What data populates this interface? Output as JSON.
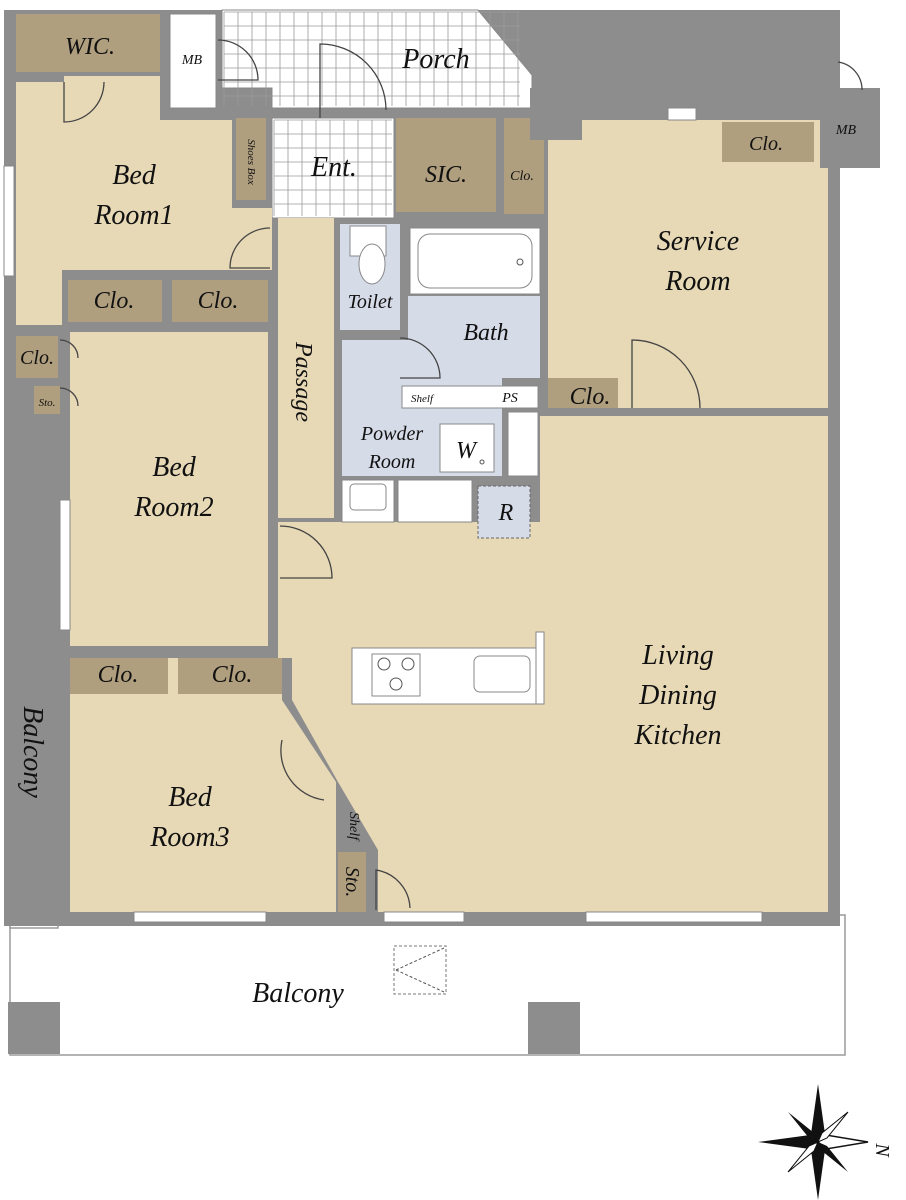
{
  "rooms": {
    "wic": "WIC.",
    "mb_left": "MB",
    "porch": "Porch",
    "mb_right": "MB",
    "bedroom1_line1": "Bed",
    "bedroom1_line2": "Room1",
    "shoes_box": "Shoes Box",
    "entrance": "Ent.",
    "sic": "SIC.",
    "clo_small_top": "Clo.",
    "clo_service_top": "Clo.",
    "service_line1": "Service",
    "service_line2": "Room",
    "toilet": "Toilet",
    "bath": "Bath",
    "clo_b1_a": "Clo.",
    "clo_b1_b": "Clo.",
    "clo_left": "Clo.",
    "sto_small": "Sto.",
    "passage": "Passage",
    "shelf_top": "Shelf",
    "ps": "PS",
    "clo_service_bottom": "Clo.",
    "powder_line1": "Powder",
    "powder_line2": "Room",
    "washer": "W",
    "fridge": "R",
    "bedroom2_line1": "Bed",
    "bedroom2_line2": "Room2",
    "ldk_line1": "Living",
    "ldk_line2": "Dining",
    "ldk_line3": "Kitchen",
    "clo_b3_a": "Clo.",
    "clo_b3_b": "Clo.",
    "balcony_side": "Balcony",
    "bedroom3_line1": "Bed",
    "bedroom3_line2": "Room3",
    "shelf_bottom": "Shelf",
    "sto_bottom": "Sto.",
    "balcony_bottom": "Balcony",
    "north": "N"
  },
  "colors": {
    "wall": "#8d8d8d",
    "floor": "#e7d9b6",
    "closet": "#b09f7e",
    "wet_area": "#d6dbe8"
  }
}
